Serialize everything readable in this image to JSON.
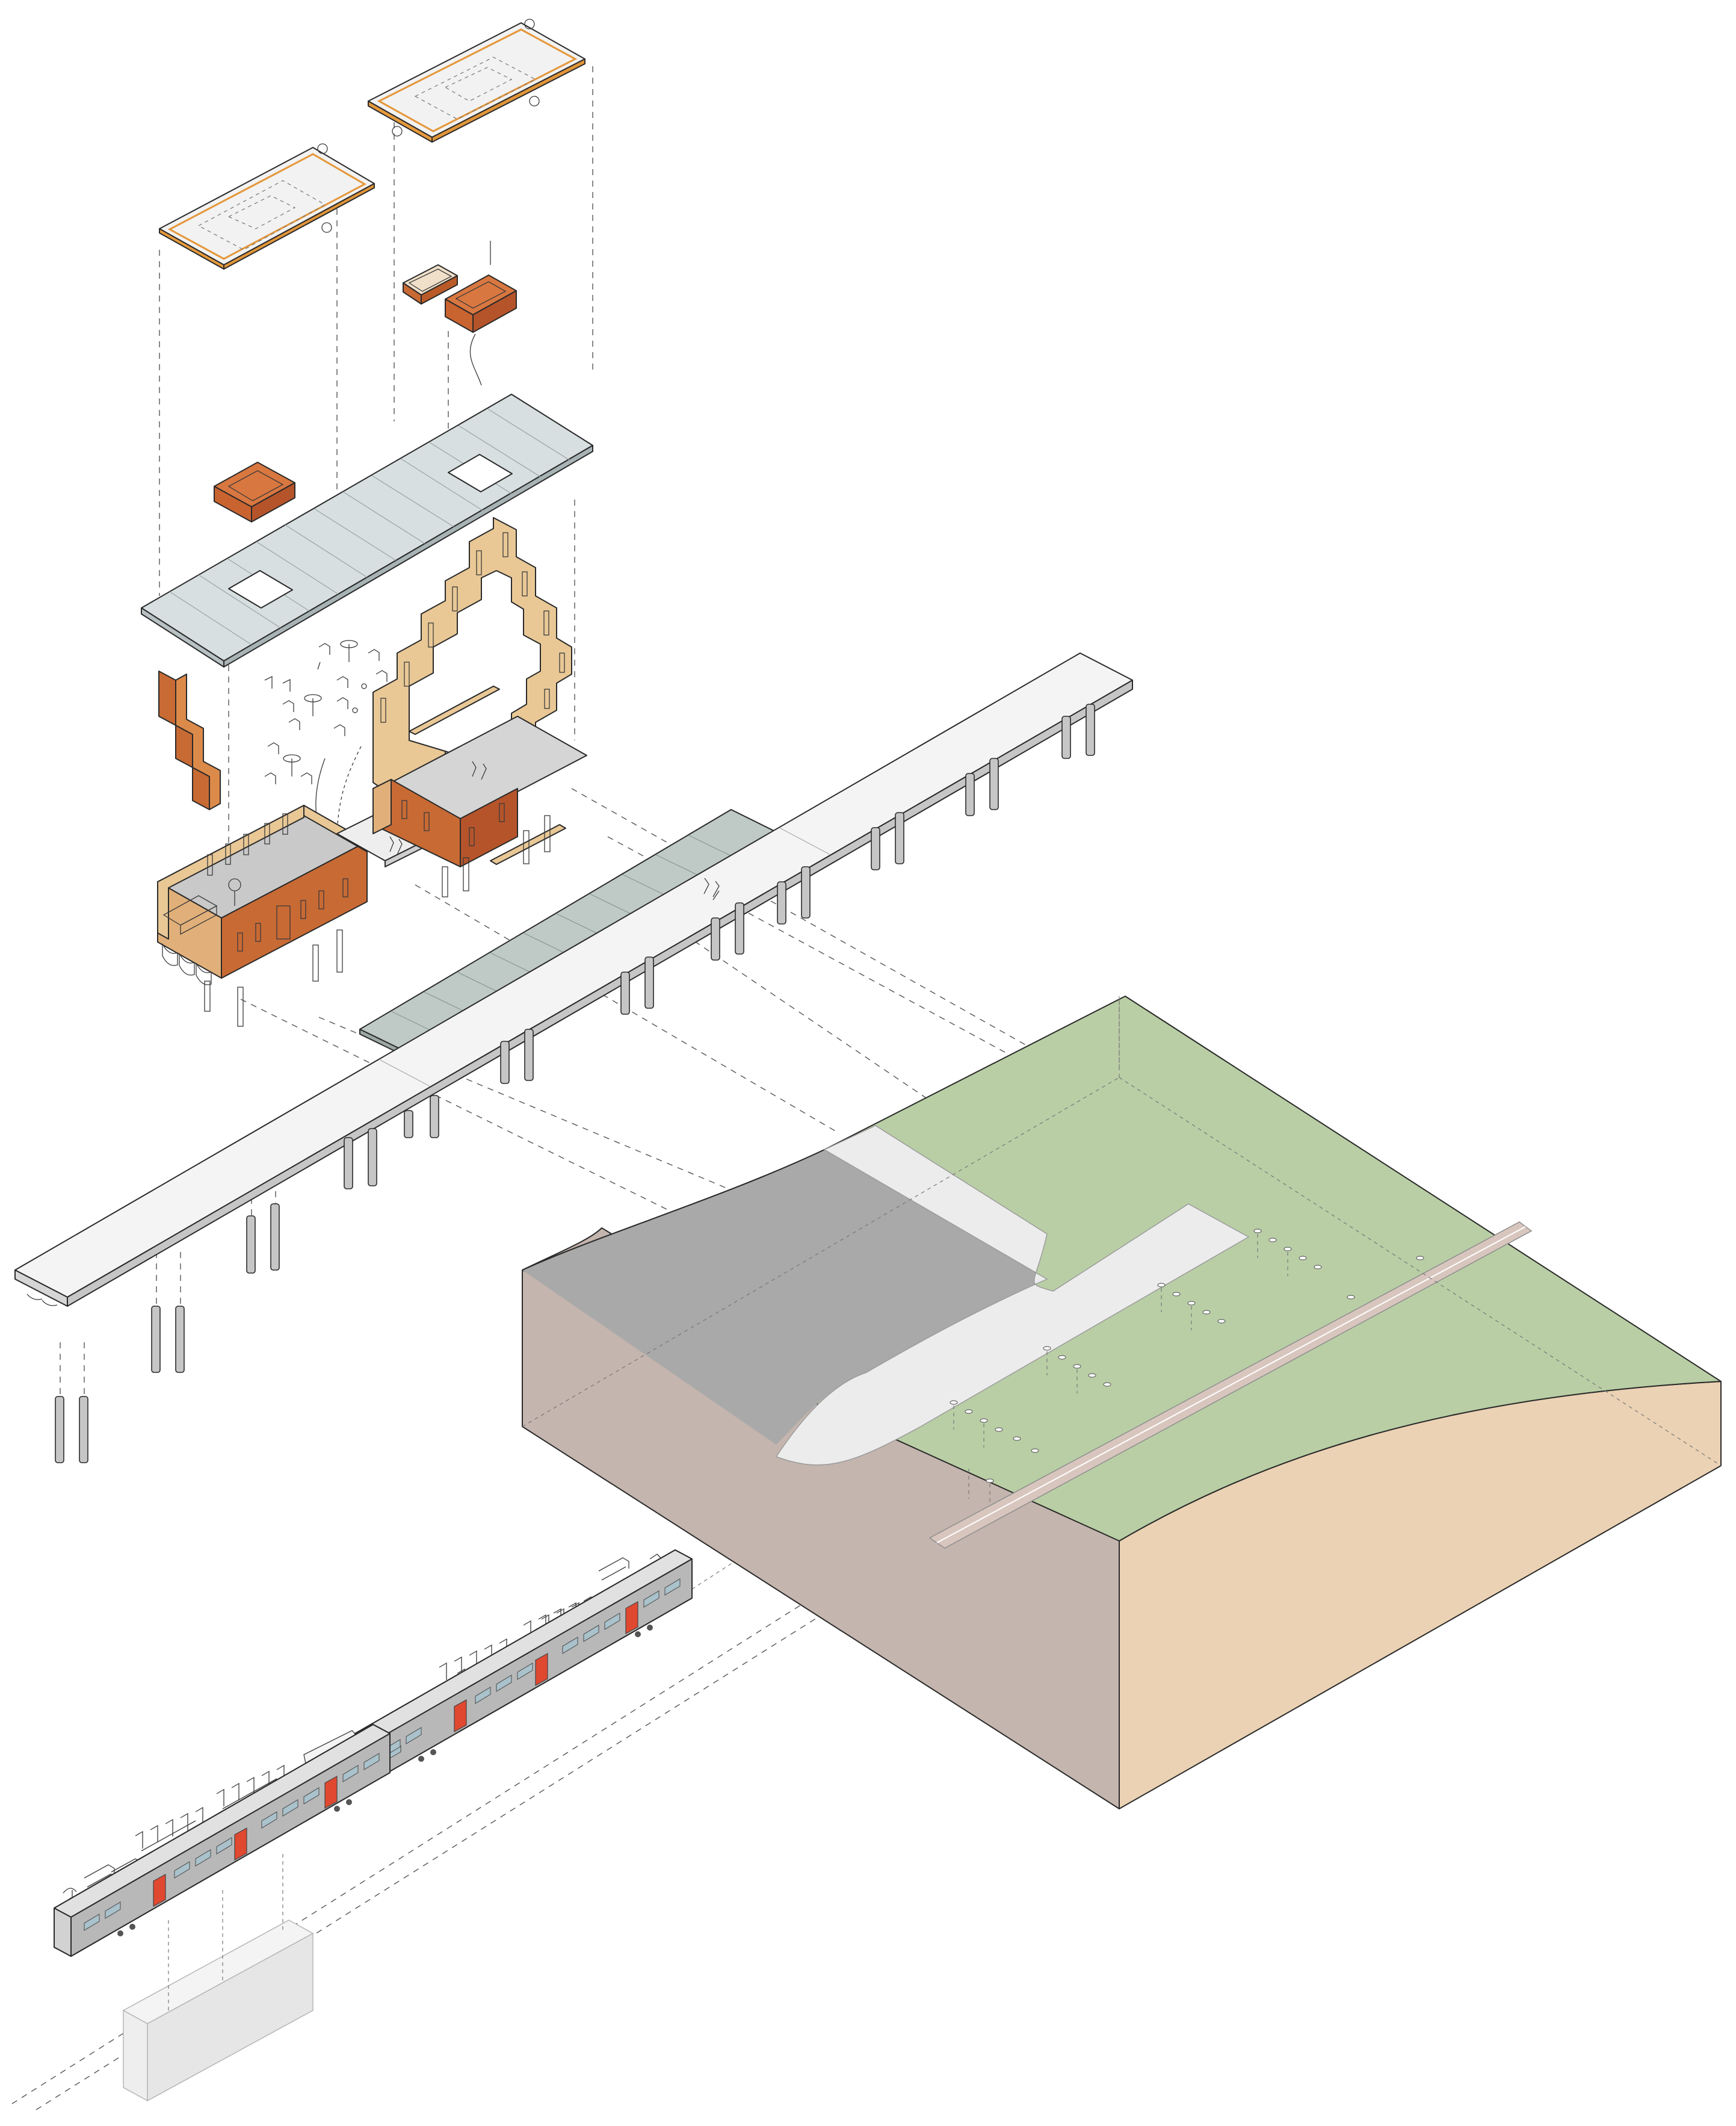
{
  "colors": {
    "background": "#ffffff",
    "line": "#2a2a2a",
    "grass": "#b9ceA5",
    "asphalt": "#a9a9a9",
    "path": "#ececec",
    "soil_left": "#c4b5ae",
    "soil_right": "#ebd2b4",
    "platform": "#f4f4f4",
    "roof_glass": "#d5dcdd",
    "canopy_glass": "#bfcac6",
    "timber_light": "#e6c08c",
    "timber_mid": "#dca56c",
    "weathering_steel": "#c4622c",
    "train_body": "#c9c9c9",
    "train_window": "#a9c2cc",
    "train_door": "#e0482f",
    "ghost": "#eeeeee"
  },
  "layers": [
    "roof-panels",
    "chimney-boxes",
    "roof-slab",
    "gabled-walls",
    "furniture",
    "ground-floor-modules",
    "platform-deck",
    "canopy",
    "piles",
    "landscape-block",
    "train",
    "platform-furniture"
  ]
}
